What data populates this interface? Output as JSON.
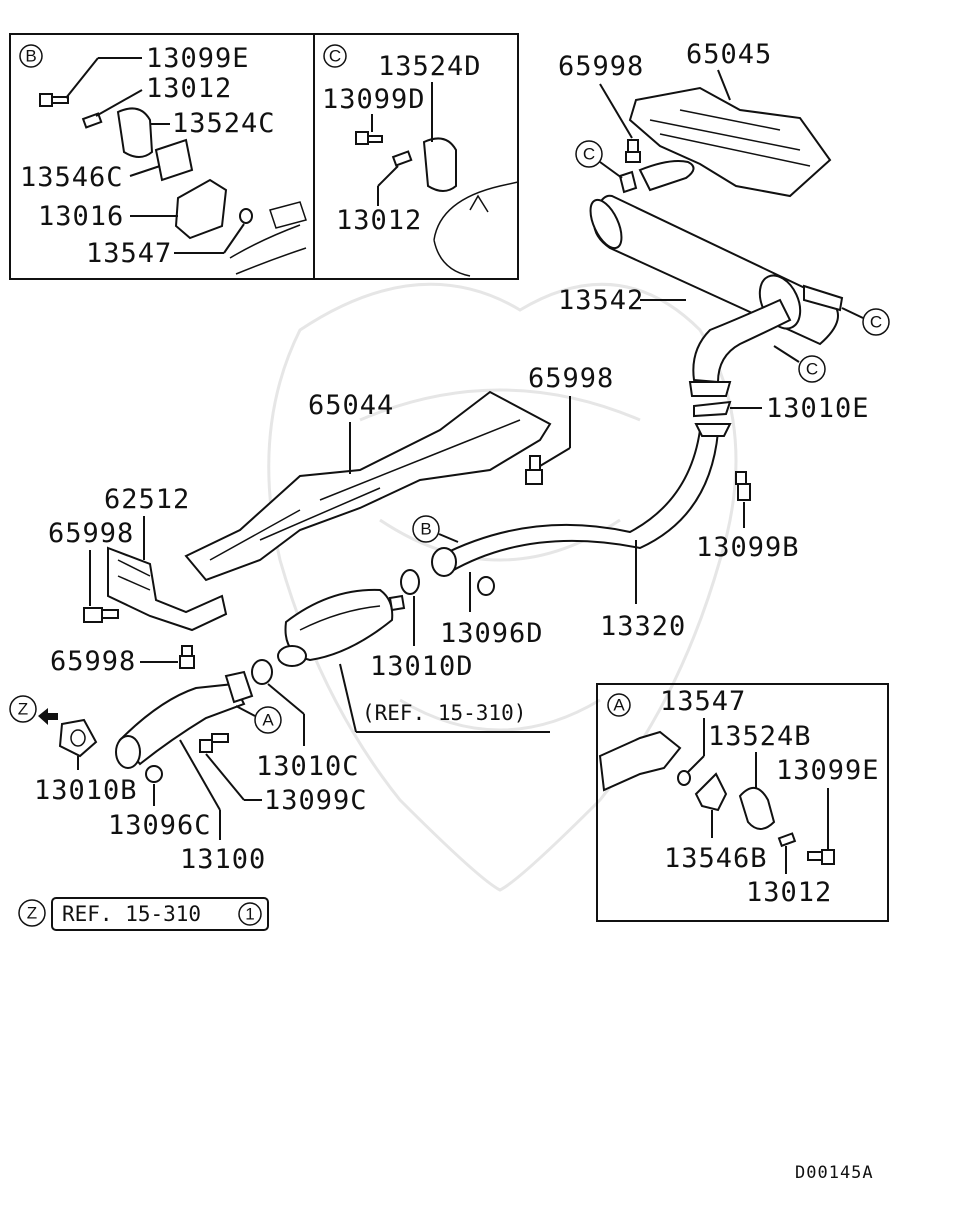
{
  "inset_b": {
    "letter": "B",
    "parts": [
      "13099E",
      "13012",
      "13524C",
      "13546C",
      "13016",
      "13547"
    ]
  },
  "inset_c": {
    "letter": "C",
    "parts": [
      "13524D",
      "13099D",
      "13012"
    ]
  },
  "inset_a": {
    "letter": "A",
    "parts": [
      "13547",
      "13524B",
      "13099E",
      "13546B",
      "13012"
    ]
  },
  "main_parts": {
    "p65998_top": "65998",
    "p65045": "65045",
    "p13542": "13542",
    "p13010E": "13010E",
    "p65998_mid": "65998",
    "p65044": "65044",
    "p13099B": "13099B",
    "p62512": "62512",
    "p65998_left": "65998",
    "p13320": "13320",
    "p13096D": "13096D",
    "p13010D": "13010D",
    "p65998_low": "65998",
    "p13010C": "13010C",
    "p13010B": "13010B",
    "p13099C": "13099C",
    "p13096C": "13096C",
    "p13100": "13100"
  },
  "callouts": {
    "c": "C",
    "b": "B",
    "a": "A",
    "z": "Z",
    "one": "1"
  },
  "references": {
    "catalyst_ref": "(REF. 15-310)",
    "front_ref": "REF. 15-310"
  },
  "diagram_code": "D00145A"
}
